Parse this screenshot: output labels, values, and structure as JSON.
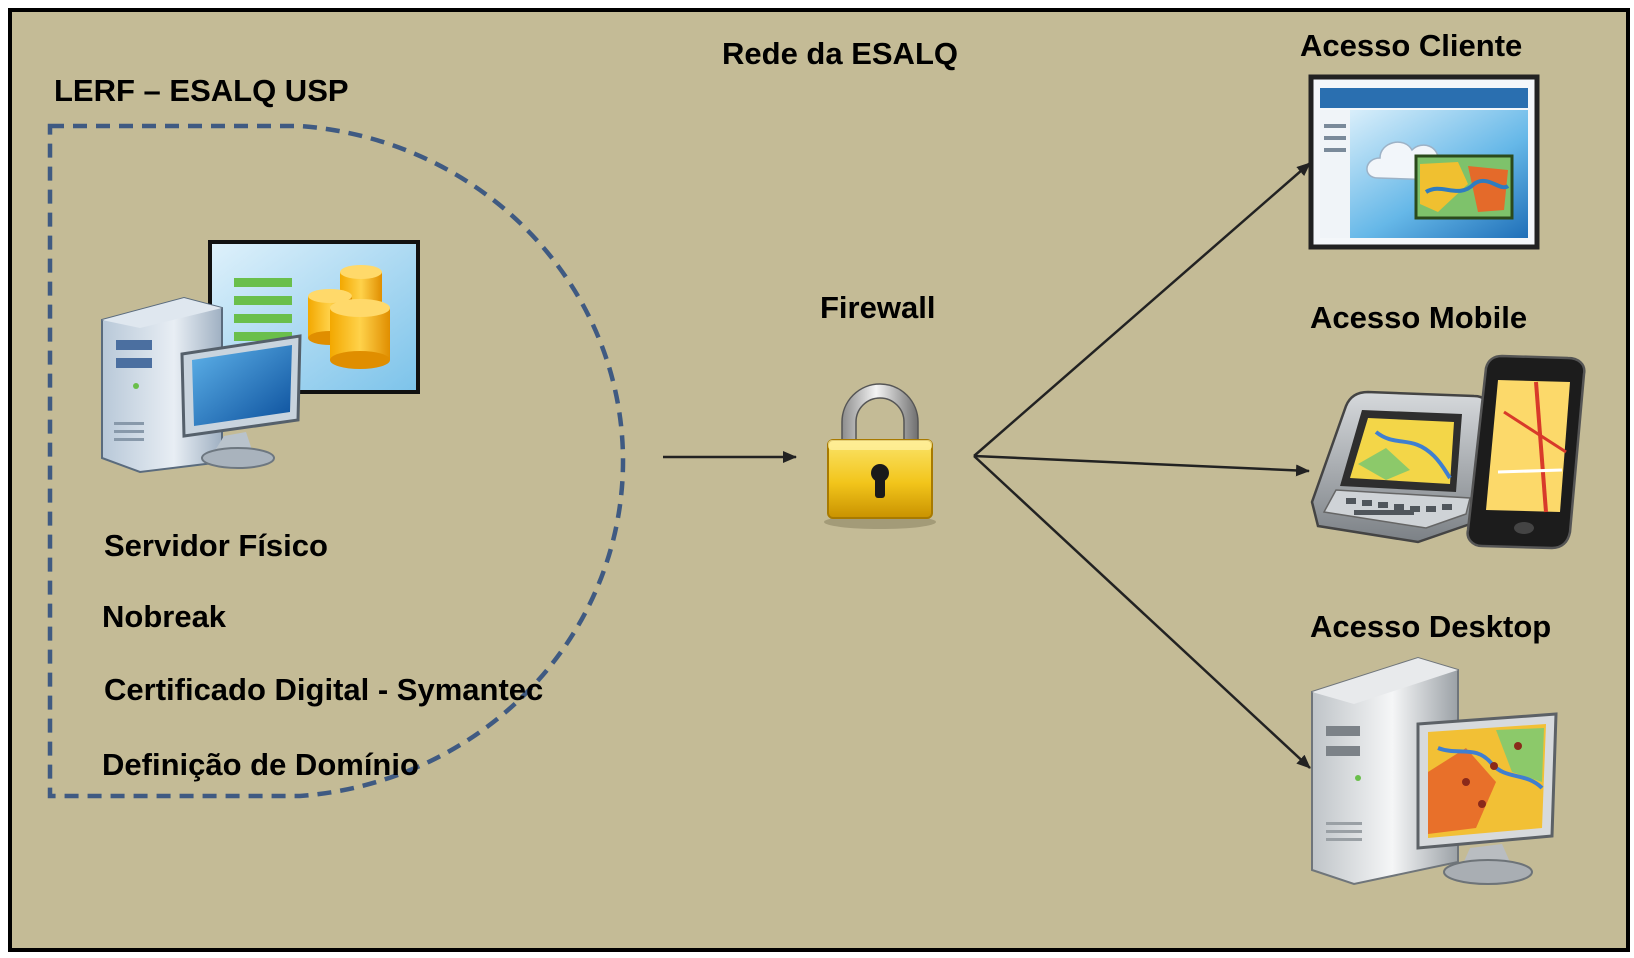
{
  "diagram": {
    "network_title": "Rede da ESALQ",
    "zone_title": "LERF – ESALQ USP",
    "firewall_label": "Firewall",
    "server_items": [
      "Servidor Físico",
      "Nobreak",
      "Certificado Digital - Symantec",
      "Definição de Domínio"
    ],
    "access_nodes": {
      "client": "Acesso Cliente",
      "mobile": "Acesso Mobile",
      "desktop": "Acesso Desktop"
    },
    "colors": {
      "background": "#c4bb96",
      "zone_border": "#3f5a82",
      "arrow": "#222222",
      "lock_body": "#f2c51b"
    },
    "icons": [
      "server-workstation-icon",
      "padlock-icon",
      "web-client-icon",
      "mobile-devices-icon",
      "desktop-computer-icon"
    ]
  }
}
